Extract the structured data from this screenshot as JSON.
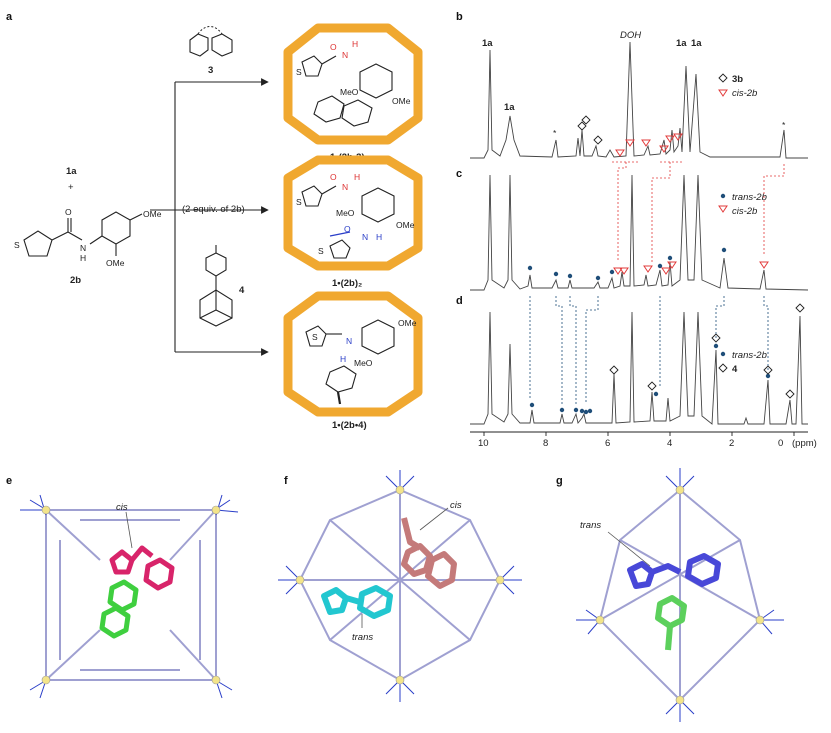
{
  "panels": {
    "a": "a",
    "b": "b",
    "c": "c",
    "d": "d",
    "e": "e",
    "f": "f",
    "g": "g"
  },
  "scheme": {
    "reactant_top": "1a",
    "plus": "+",
    "ome1": "OMe",
    "ome2": "OMe",
    "amide_n": "N",
    "amide_h": "H",
    "amide_o": "O",
    "thiophene_s": "S",
    "reactant_bottom": "2b",
    "guest3_label": "3",
    "guest4_label": "4",
    "middle_condition": "(2 equiv. of 2b)",
    "product1": "1•(2b•3)",
    "product2": "1•(2b)₂",
    "product3": "1•(2b•4)",
    "p_o": "O",
    "p_n": "N",
    "p_h": "H",
    "p_s": "S",
    "p_ome": "OMe",
    "p_meo": "MeO"
  },
  "nmr": {
    "axis_ticks": [
      "10",
      "8",
      "6",
      "4",
      "2",
      "0"
    ],
    "axis_unit": "(ppm)",
    "b": {
      "labels": [
        "1a",
        "1a",
        "DOH",
        "1a",
        "1a",
        "*",
        "*"
      ],
      "legend": [
        "3b",
        "cis-2b"
      ]
    },
    "c": {
      "legend": [
        "trans-2b",
        "cis-2b"
      ]
    },
    "d": {
      "legend": [
        "trans-2b",
        "4"
      ]
    }
  },
  "structures": {
    "e_label": "cis",
    "f_label_top": "cis",
    "f_label_bottom": "trans",
    "g_label": "trans"
  },
  "colors": {
    "cage": "#f0a830",
    "cis_marker": "#e23b3b",
    "trans_marker": "#1f4e79",
    "frame": "#8f90c9",
    "e_guest": "#d8246a",
    "e_partner": "#3fcf3f",
    "f_cis": "#c47a7a",
    "f_trans": "#22c7d0",
    "g_trans": "#4848d8",
    "g_partner": "#5cd05c"
  }
}
